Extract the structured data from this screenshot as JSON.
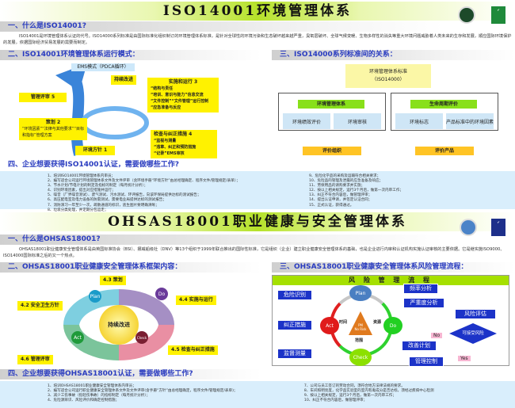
{
  "iso": {
    "title": "ISO14001环境管理体系",
    "s1": {
      "heading": "一、什么是ISO14001?",
      "text": "ISO14001是环境管理体系认证的代号。ISO14000系列标准是由国际标准化组织制订的环境管理体系标准，是针对全球性的环境污染和生态破坏越来越严重，臭氧层破坏、全球气候变暖、生物多样性的消失等重大环境问题威胁着人类未来的生存和发展，顺应国际环境保护的发展，依据国际经济贸易发展的需要而制定。"
    },
    "s2": {
      "heading": "二、ISO14001环境管理体系运行模式：",
      "ems": "EMS模式（PDCA循环）",
      "improve": "持续改进",
      "review": "管理评审 5",
      "plan": "策划 2",
      "plan_items": "“环境因素”“法律与其他要求”“目标和指标”管理方案",
      "policy": "环境方针 1",
      "do": "实施和运行 3",
      "do_items": [
        "“结构与责任",
        "“培训、意识与能力”信息交流",
        "“文件控制”“文件管理”运行控制",
        "“应急准备与反应"
      ],
      "check": "检查与纠正措施 4",
      "check_items": [
        "“监视与测量",
        "“违章、纠正和预防措施",
        "“记录”EMS审核"
      ]
    },
    "s3": {
      "heading": "三、ISO14000系列标准间的关系：",
      "top": "环境管理体系标准",
      "top_sub": "（ISO14000）",
      "left_head": "环境管理体系",
      "left_a": "环境绩效评价",
      "left_b": "环境审核",
      "right_head": "生命周期评价",
      "right_a": "环境标志",
      "right_b": "产品标准中的环境因素",
      "left_foot": "评价组织",
      "right_foot": "评价产品"
    },
    "s4": {
      "heading": "四、企业想要获得ISO14001认证，需要做哪些工作?",
      "left": [
        "1、培训ISO14001环境管理体系内审员；",
        "2、编写适合公司运行环境管理体系文件及文件评审（含环境手册“环境方针”由总经理确定、程序文件/管理规定/表单）；",
        "3、节水计划/节电计划的制定及指标的制定（每月统计分析）；",
        "4、识别环境因素，提出对应措施并运行；",
        "5、噪音（厂界噪音测试）、废气测试、污水测试、环评报告，向该环保局提供达标的测试报告；",
        "6、高压配电室及电力设备的防雷测试，需要电业局提供达标的测试报告；",
        "7、消防演习一年至少一次，疏散通道的标识，逃生图片要明确清晰；",
        "8、垃圾分类处理，并定期分包运走；"
      ],
      "right": [
        "9、危险化学品的采购及运输符合相关要求；",
        "10、危险品的管理及泄露的应急准备及响应；",
        "11、劳保用品的请购要求并实施；",
        "12、按以上相关规定，运行3个月后，做第一次内审工作；",
        "13、纠正不符合内容后，做管理评审；",
        "14、提出认证申请，并签定认证合同；",
        "15、正式认证，获得通过。"
      ]
    }
  },
  "ohsas": {
    "title": "OHSAS18001职业健康与安全管理体系",
    "s1": {
      "heading": "一、什么是OHSAS18001?",
      "text": "OHSAS18001职业健康安全管理体系是由英国标准协会（BSI）、挪威船级社（DNV）等13个组织于1999年联合推出的国际性标准，它是组织（企业）建立职业健康安全管理体系的基础，也是企业进行内审和认证机构实施认证审核的主要依据。它是继实施ISO9000、ISO14000国际标准之后的又一个热点。"
    },
    "s2": {
      "heading": "二、OHSAS18001职业健康安全管理体系框架内容：",
      "p43": "4.3 策划",
      "p42": "4.2 安全卫生方针",
      "p44": "4.4 实施与运行",
      "p45": "4.5 检查与纠正措施",
      "p46": "4.6 管理评审",
      "center": "持续改进",
      "plan": "Plan",
      "do": "Do",
      "check": "Check",
      "act": "Act"
    },
    "s3": {
      "heading": "三、OHSAS18001职业健康安全管理体系风险管理流程：",
      "banner": "风 险 管 理 流 程",
      "hazard": "危险识别",
      "correct": "纠正措施",
      "monitor": "监督测量",
      "freq": "频率分析",
      "severity": "严重度分析",
      "assess": "风险评估",
      "acceptable": "可接受风险",
      "no": "No",
      "yes": "Yes",
      "improve": "改善计划",
      "control": "管理控制",
      "plan": "Plan",
      "do": "Do",
      "check": "Check",
      "act": "Act",
      "time": "时间",
      "resource": "资源",
      "scope": "范围",
      "pm": "PM",
      "norisk": "No Risk"
    },
    "s4": {
      "heading": "四、企业想要获得OHSAS18001认证，需要做哪些工作?",
      "left": [
        "1、培训OHSAS18001职业健康安全管理体系内审员；",
        "2、编写适合公司运行职业健康安全管理体系文件及文件评审(含手册“方针”由总经理确定，程序文件/管理规定/表单)；",
        "3、减少工伤事故（指轻伤事故）的指标制定（每月统计分析）；",
        "4、危险源辨识、风险评价和确定控制措施；"
      ],
      "right": [
        "7、公司与员工签订的劳动合同，须符合地方法律法规的要求。",
        "8、车间照明亮度，化学品实验室的室内有毒成分是否达标，须经过疾病中心检测",
        "9、按以上相关规定，运行3个月后，做第一次内审工作；",
        "10、纠正不符合内容后，做管理评审；"
      ]
    }
  },
  "colors": {
    "heading": "#2a3cc0",
    "highlight": "#fff200",
    "green": "#88e01a",
    "flowblue": "#1c33c8"
  }
}
